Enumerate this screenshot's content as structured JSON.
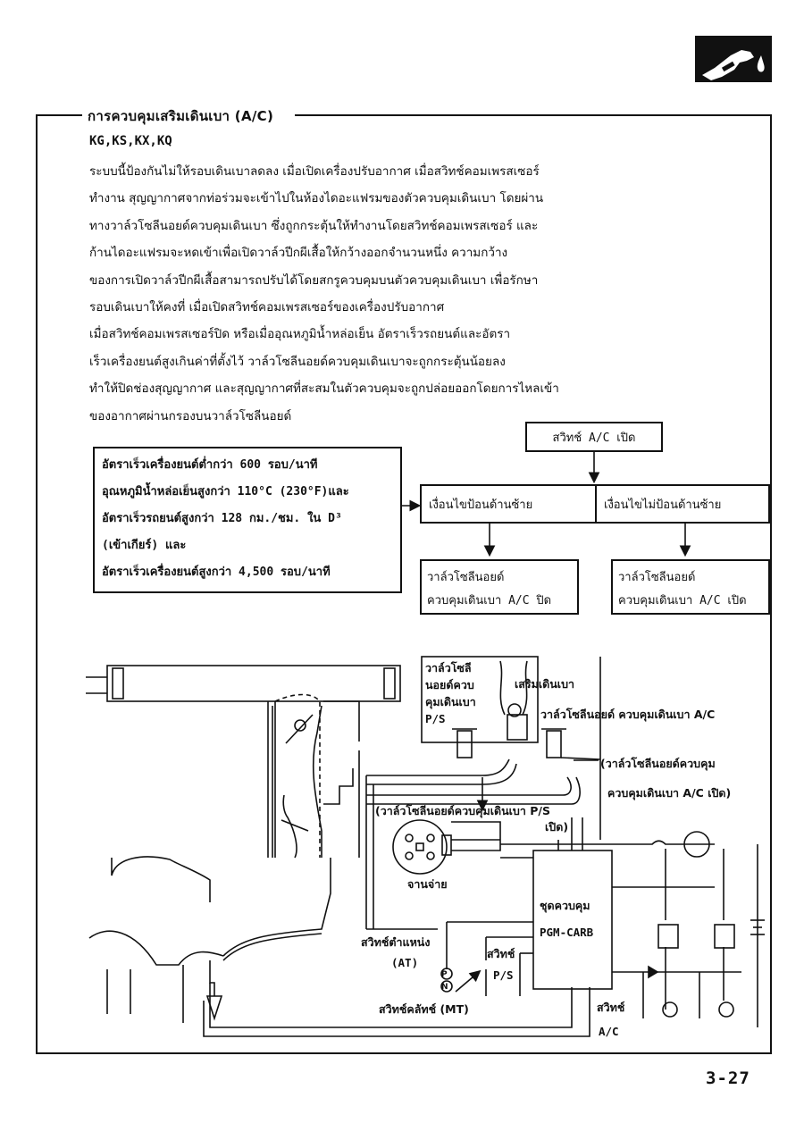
{
  "header": {
    "section_title": "การควบคุมเสริมเดินเบา (A/C)",
    "models": "KG,KS,KX,KQ",
    "tab_icon": "fuel-nozzle-icon"
  },
  "description": {
    "lines": [
      "ระบบนี้ป้องกันไม่ให้รอบเดินเบาลดลง เมื่อเปิดเครื่องปรับอากาศ   เมื่อสวิทช์คอมเพรสเซอร์",
      "ทำงาน   สุญญากาศจากท่อร่วมจะเข้าไปในห้องไดอะแฟรมของตัวควบคุมเดินเบา  โดยผ่าน",
      "ทางวาล์วโซลีนอยด์ควบคุมเดินเบา   ซึ่งถูกกระตุ้นให้ทำงานโดยสวิทช์คอมเพรสเซอร์  และ",
      "ก้านไดอะแฟรมจะหดเข้าเพื่อเปิดวาล์วปีกผีเสื้อให้กว้างออกจำนวนหนึ่ง            ความกว้าง",
      "ของการเปิดวาล์วปีกผีเสื้อสามารถปรับได้โดยสกรูควบคุมบนตัวควบคุมเดินเบา    เพื่อรักษา",
      "รอบเดินเบาให้คงที่ เมื่อเปิดสวิทช์คอมเพรสเซอร์ของเครื่องปรับอากาศ",
      "เมื่อสวิทช์คอมเพรสเซอร์ปิด   หรือเมื่ออุณหภูมิน้ำหล่อเย็น        อัตราเร็วรถยนต์และอัตรา",
      "เร็วเครื่องยนต์สูงเกินค่าที่ตั้งไว้          วาล์วโซลีนอยด์ควบคุมเดินเบาจะถูกกระตุ้นน้อยลง",
      "ทำให้ปิดช่องสุญญากาศ    และสุญญากาศที่สะสมในตัวควบคุมจะถูกปล่อยออกโดยการไหลเข้า",
      "ของอากาศผ่านกรองบนวาล์วโซลีนอยด์"
    ]
  },
  "flowchart": {
    "conditions": [
      "อัตราเร็วเครื่องยนต์ต่ำกว่า 600 รอบ/นาที",
      "อุณหภูมิน้ำหล่อเย็นสูงกว่า 110°C (230°F)และ",
      "อัตราเร็วรถยนต์สูงกว่า 128 กม./ชม. ใน D³",
      "(เข้าเกียร์)   และ",
      "อัตราเร็วเครื่องยนต์สูงกว่า 4,500 รอบ/นาที"
    ],
    "ac_switch_on": "สวิทช์ A/C เปิด",
    "condition_met": "เงื่อนไขป้อนด้านซ้าย",
    "condition_not_met": "เงื่อนไขไม่ป้อนด้านซ้าย",
    "result_off_line1": "วาล์วโซลีนอยด์",
    "result_off_line2": "ควบคุมเดินเบา A/C ปิด",
    "result_on_line1": "วาล์วโซลีนอยด์",
    "result_on_line2": "ควบคุมเดินเบา A/C เปิด"
  },
  "diagram_labels": {
    "ps_valve_l1": "วาล์วโซลี",
    "ps_valve_l2": "นอยด์ควบ",
    "ps_valve_l3": "คุมเดินเบา",
    "ps_valve_l4": "P/S",
    "idle_boost": "เสริมเดินเบา",
    "ac_valve": "วาล์วโซลีนอยด์ ควบคุมเดินเบา A/C",
    "ac_valve_open_l1": "(วาล์วโซลีนอยด์ควบคุม",
    "ac_valve_open_l2": "ควบคุมเดินเบา A/C  เปิด)",
    "ps_valve_open_l1": "(วาล์วโซลีนอยด์ควบคุมเดินเบา P/S",
    "ps_valve_open_l2": "เปิด)",
    "distributor": "จานจ่าย",
    "control_unit_l1": "ชุดควบคุม",
    "control_unit_l2": "PGM-CARB",
    "position_switch_l1": "สวิทช์ตำแหน่ง",
    "position_switch_l2": "(AT)",
    "ps_switch_l1": "สวิทช์",
    "ps_switch_l2": "P/S",
    "clutch_switch": "สวิทช์คลัทช์ (MT)",
    "ac_switch_l1": "สวิทช์",
    "ac_switch_l2": "A/C",
    "p_marker": "P",
    "n_marker": "N"
  },
  "footer": {
    "page_number": "3-27"
  }
}
